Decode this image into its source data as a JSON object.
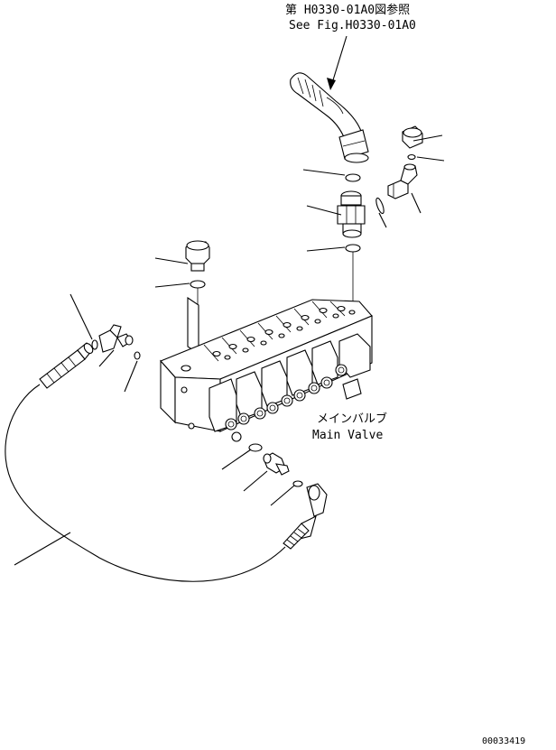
{
  "reference": {
    "japanese": "第 H0330-01A0図参照",
    "english": "See Fig.H0330-01A0"
  },
  "main_valve": {
    "japanese": "メインバルブ",
    "english": "Main Valve"
  },
  "drawing_number": "00033419"
}
